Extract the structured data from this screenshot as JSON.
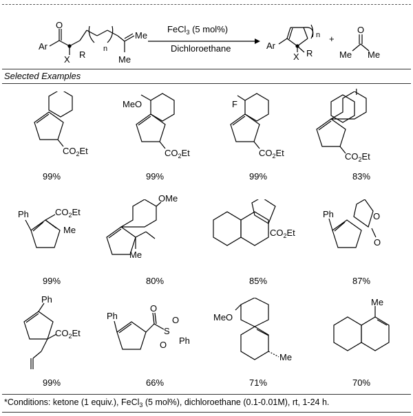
{
  "scheme": {
    "reagent": "FeCl3 (5 mol%)",
    "reagent_main": "FeCl",
    "reagent_sub": "3",
    "reagent_tail": " (5 mol%)",
    "solvent": "Dichloroethane",
    "sm_labels": {
      "ar": "Ar",
      "x": "X",
      "r": "R",
      "n": "n",
      "me_top": "Me",
      "me_bottom": "Me"
    },
    "product_labels": {
      "ar": "Ar",
      "x": "X",
      "r": "R",
      "n": "n"
    },
    "plus": "+",
    "byproduct_labels": {
      "me_left": "Me",
      "me_right": "Me"
    }
  },
  "section_title": "Selected Examples",
  "examples": [
    {
      "yield": "99%",
      "labels": [
        "CO2Et"
      ]
    },
    {
      "yield": "99%",
      "labels": [
        "MeO",
        "CO2Et"
      ]
    },
    {
      "yield": "99%",
      "labels": [
        "F",
        "CO2Et"
      ]
    },
    {
      "yield": "83%",
      "labels": [
        "I",
        "CO2Et"
      ]
    },
    {
      "yield": "99%",
      "labels": [
        "Ph",
        "CO2Et",
        "Me"
      ]
    },
    {
      "yield": "80%",
      "labels": [
        "OMe",
        "Me"
      ]
    },
    {
      "yield": "85%",
      "labels": [
        "CO2Et"
      ]
    },
    {
      "yield": "87%",
      "labels": [
        "Ph",
        "O",
        "O"
      ]
    },
    {
      "yield": "99%",
      "labels": [
        "Ph",
        "CO2Et"
      ]
    },
    {
      "yield": "66%",
      "labels": [
        "Ph",
        "O",
        "S",
        "O",
        "Ph"
      ]
    },
    {
      "yield": "71%",
      "labels": [
        "MeO",
        "Me"
      ]
    },
    {
      "yield": "70%",
      "labels": [
        "Me"
      ]
    }
  ],
  "footnote": "*Conditions: ketone (1 equiv.), FeCl3 (5 mol%), dichloroethane (0.1-0.01M), rt, 1-24 h.",
  "footnote_parts": {
    "a": "*Conditions: ketone (1 equiv.), FeCl",
    "sub": "3",
    "b": " (5 mol%), dichloroethane (0.1-0.01M), rt, 1-24 h."
  }
}
